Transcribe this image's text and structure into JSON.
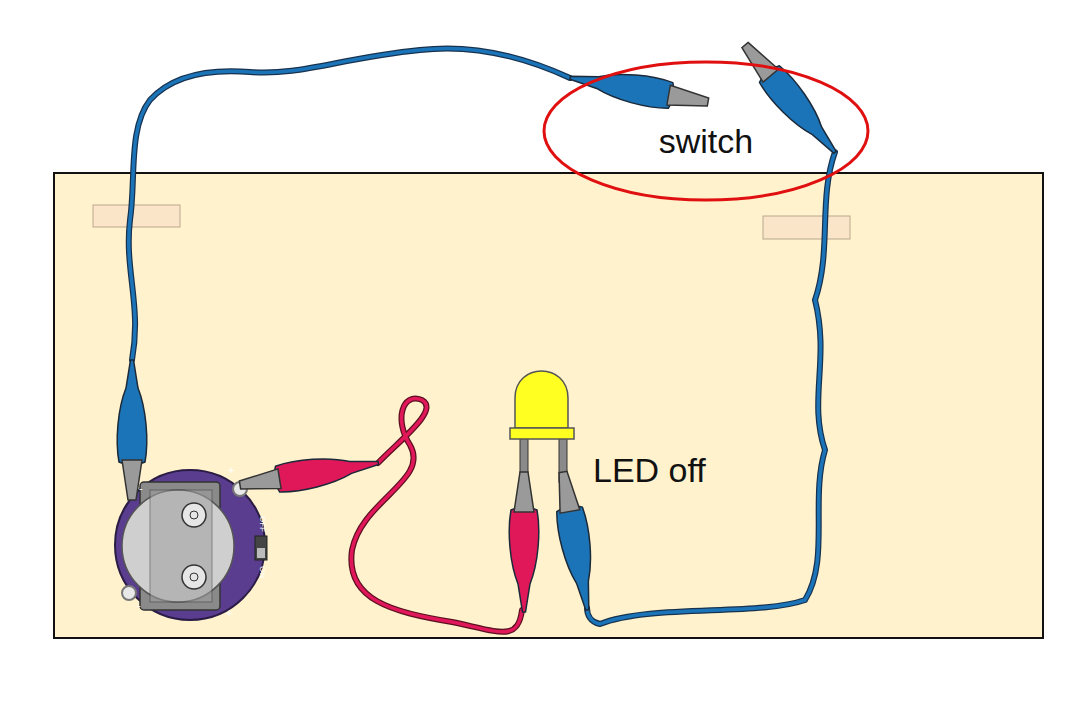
{
  "diagram": {
    "nodes": [
      {
        "text": [
          "switch"
        ]
      }
    ],
    "labels": [
      "LED off",
      "+",
      "-",
      "OFF",
      "ON",
      "-",
      "+"
    ]
  }
}
